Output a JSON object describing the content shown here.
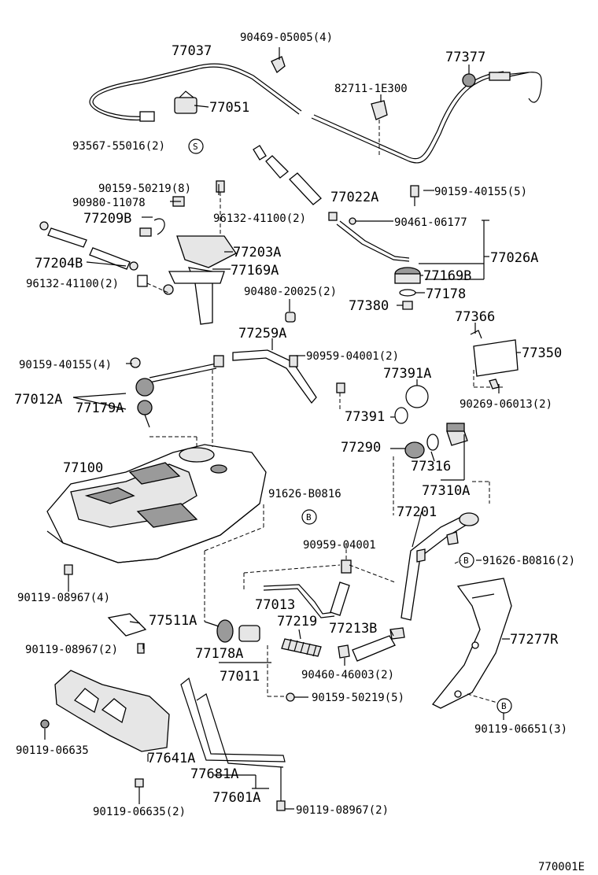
{
  "labels": {
    "p77037": "77037",
    "p90469_05005": "90469-05005(4)",
    "p77377": "77377",
    "p82711_1E300": "82711-1E300",
    "p77051": "77051",
    "p93567_55016": "93567-55016(2)",
    "p90159_50219_8": "90159-50219(8)",
    "p90980_11078": "90980-11078",
    "p77209B": "77209B",
    "p96132_41100_a": "96132-41100(2)",
    "p77022A": "77022A",
    "p90159_40155_5": "90159-40155(5)",
    "p90461_06177": "90461-06177",
    "p77203A": "77203A",
    "p77169A": "77169A",
    "p77026A": "77026A",
    "p77204B": "77204B",
    "p96132_41100_b": "96132-41100(2)",
    "p77169B": "77169B",
    "p77178": "77178",
    "p90480_20025": "90480-20025(2)",
    "p77380": "77380",
    "p77366": "77366",
    "p77259A": "77259A",
    "p90959_04001_2": "90959-04001(2)",
    "p77350": "77350",
    "p90159_40155_4": "90159-40155(4)",
    "p77391A": "77391A",
    "p77012A": "77012A",
    "p77179A": "77179A",
    "p90269_06013": "90269-06013(2)",
    "p77391": "77391",
    "p77290": "77290",
    "p77316": "77316",
    "p77100": "77100",
    "p91626_B0816_a": "91626-B0816",
    "p77310A": "77310A",
    "p77201": "77201",
    "p90959_04001": "90959-04001",
    "p91626_B0816_b": "91626-B0816(2)",
    "p90119_08967_4": "90119-08967(4)",
    "p77013": "77013",
    "p77219": "77219",
    "p77213B": "77213B",
    "p77511A": "77511A",
    "p77277R": "77277R",
    "p90119_08967_2a": "90119-08967(2)",
    "p77178A": "77178A",
    "p90460_46003": "90460-46003(2)",
    "p77011": "77011",
    "p90159_50219_5": "90159-50219(5)",
    "p90119_06651": "90119-06651(3)",
    "p90119_06635": "90119-06635",
    "p77641A": "77641A",
    "p77681A": "77681A",
    "p77601A": "77601A",
    "p90119_06635_2": "90119-06635(2)",
    "p90119_08967_2b": "90119-08967(2)",
    "figure_code": "770001E"
  },
  "callouts": {
    "S": "S",
    "B": "B"
  }
}
